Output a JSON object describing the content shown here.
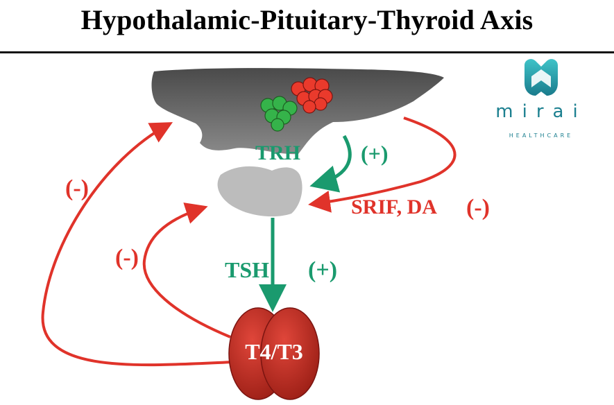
{
  "title": "Hypothalamic-Pituitary-Thyroid Axis",
  "logo": {
    "name": "mirai",
    "tagline": "HEALTHCARE"
  },
  "labels": {
    "trh": "TRH",
    "trh_effect": "(+)",
    "tsh": "TSH",
    "tsh_effect": "(+)",
    "srif_da": "SRIF, DA",
    "srif_da_effect": "(-)",
    "feedback_hypothalamus": "(-)",
    "feedback_pituitary": "(-)",
    "thyroid": "T4/T3"
  },
  "colors": {
    "stimulatory": "#1a9a6e",
    "inhibitory": "#e0332a",
    "hypothalamus": "#5c5c5c",
    "pituitary": "#bdbdbd",
    "thyroid": "#c0281f",
    "neurons_trh": "#35b34a",
    "neurons_inhib": "#ea3a2c",
    "brand": "#1b7f8f"
  }
}
